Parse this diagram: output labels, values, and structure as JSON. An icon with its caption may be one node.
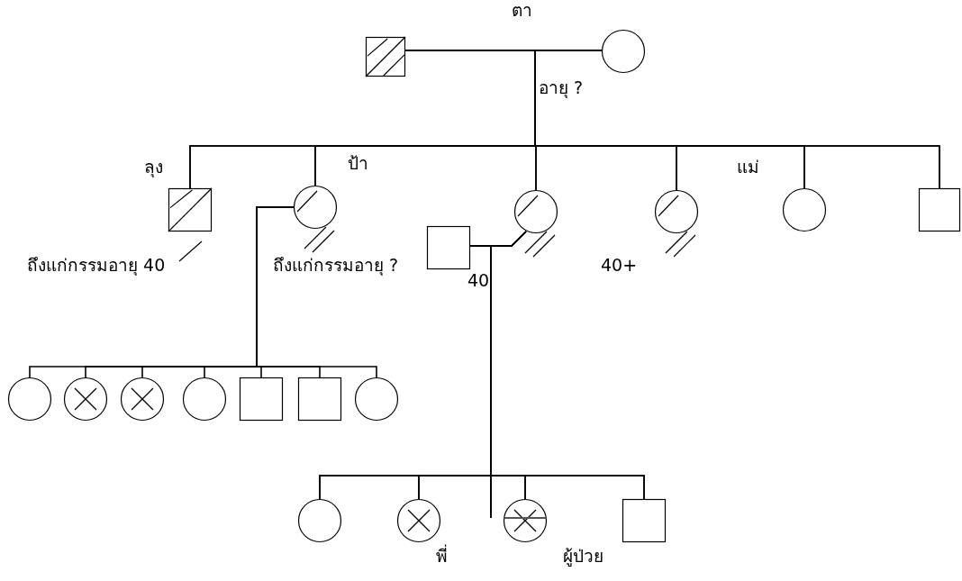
{
  "diagram": {
    "nodes": [
      {
        "text": [],
        "shape": "box"
      },
      {
        "text": [],
        "shape": "circle"
      },
      {
        "text": [],
        "shape": "box"
      },
      {
        "text": [],
        "shape": "circle"
      },
      {
        "text": [],
        "shape": "circle"
      },
      {
        "text": [],
        "shape": "circle"
      },
      {
        "text": [],
        "shape": "circle"
      },
      {
        "text": [],
        "shape": "box"
      },
      {
        "text": [],
        "shape": "box"
      },
      {
        "text": [],
        "shape": "circle"
      },
      {
        "text": [],
        "shape": "circle"
      },
      {
        "text": [],
        "shape": "circle"
      },
      {
        "text": [],
        "shape": "circle"
      },
      {
        "text": [],
        "shape": "box"
      },
      {
        "text": [],
        "shape": "box"
      },
      {
        "text": [],
        "shape": "circle"
      },
      {
        "text": [],
        "shape": "circle"
      },
      {
        "text": [],
        "shape": "circle"
      },
      {
        "text": [],
        "shape": "circle"
      },
      {
        "text": [],
        "shape": "box"
      }
    ],
    "edges": [
      {
        "from": 0,
        "to": 1,
        "arrow": "none"
      },
      {
        "from": 0,
        "to": 2,
        "arrow": "none"
      },
      {
        "from": 0,
        "to": 3,
        "arrow": "none"
      },
      {
        "from": 0,
        "to": 4,
        "arrow": "none"
      },
      {
        "from": 0,
        "to": 5,
        "arrow": "none"
      },
      {
        "from": 0,
        "to": 6,
        "arrow": "none"
      },
      {
        "from": 0,
        "to": 7,
        "arrow": "none"
      },
      {
        "from": 1,
        "to": 2,
        "arrow": "none"
      },
      {
        "from": 1,
        "to": 3,
        "arrow": "none"
      },
      {
        "from": 1,
        "to": 4,
        "arrow": "none"
      },
      {
        "from": 1,
        "to": 5,
        "arrow": "none"
      },
      {
        "from": 1,
        "to": 6,
        "arrow": "none"
      },
      {
        "from": 1,
        "to": 7,
        "arrow": "none"
      },
      {
        "from": 3,
        "to": 9,
        "arrow": "none"
      },
      {
        "from": 3,
        "to": 10,
        "arrow": "none"
      },
      {
        "from": 3,
        "to": 11,
        "arrow": "none"
      },
      {
        "from": 3,
        "to": 12,
        "arrow": "none"
      },
      {
        "from": 3,
        "to": 13,
        "arrow": "none"
      },
      {
        "from": 3,
        "to": 14,
        "arrow": "none"
      },
      {
        "from": 3,
        "to": 15,
        "arrow": "none"
      },
      {
        "from": 8,
        "to": 4,
        "arrow": "none"
      },
      {
        "from": 8,
        "to": 16,
        "arrow": "none"
      },
      {
        "from": 8,
        "to": 17,
        "arrow": "none"
      },
      {
        "from": 8,
        "to": 18,
        "arrow": "none"
      },
      {
        "from": 8,
        "to": 19,
        "arrow": "none"
      },
      {
        "from": 4,
        "to": 16,
        "arrow": "none"
      },
      {
        "from": 4,
        "to": 17,
        "arrow": "none"
      },
      {
        "from": 4,
        "to": 18,
        "arrow": "none"
      },
      {
        "from": 4,
        "to": 19,
        "arrow": "none"
      }
    ],
    "labels": [
      "ตา",
      "อายุ ?",
      "ลุง",
      "ป้า",
      "แม่",
      "ถึงแก่กรรมอายุ 40",
      "ถึงแก่กรรมอายุ ?",
      "40",
      "40+",
      "พี่",
      "ผู้ป่วย"
    ]
  }
}
